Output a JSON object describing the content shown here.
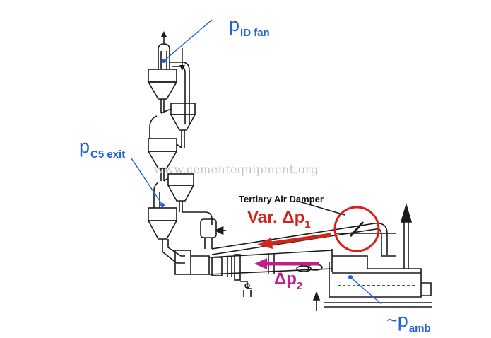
{
  "labels": {
    "id_fan_main": "p",
    "id_fan_sub": "ID fan",
    "c5_main": "p",
    "c5_sub": "C5 exit",
    "amb_main": "~p",
    "amb_sub": "amb",
    "tertiary_air_damper": "Tertiary Air Damper",
    "var_dp1_main": "Var. Δp",
    "var_dp1_sub": "1",
    "dp2_main": "Δp",
    "dp2_sub": "2",
    "watermark": "www.cementequipment.org"
  },
  "colors": {
    "pressure_label": "#1f5fe0",
    "var_dp1": "#d0241c",
    "dp2": "#c0208c",
    "damper_circle": "#e01b1b",
    "line_art": "#1a1a1a",
    "watermark": "#c4c4c4"
  },
  "icons": [
    "damper-circle-icon",
    "red-arrow-icon",
    "magenta-arrow-icon",
    "up-arrow-icon"
  ]
}
